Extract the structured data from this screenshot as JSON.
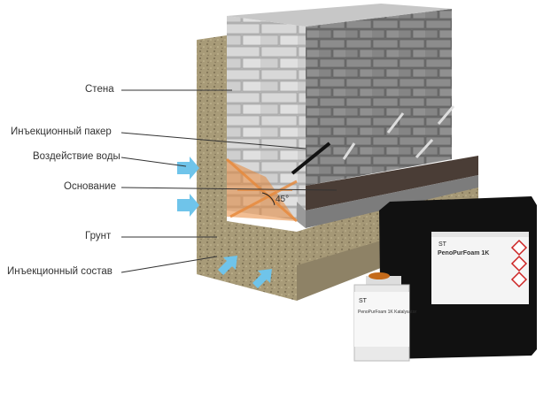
{
  "labels": {
    "wall": "Стена",
    "packer": "Инъекционный пакер",
    "water": "Воздействие воды",
    "base": "Основание",
    "soil": "Грунт",
    "compound": "Инъекционный состав",
    "angle": "45°"
  },
  "products": {
    "large_can_name": "PenoPurFoam 1K",
    "small_can_name": "PenoPurFoam 1K Katalysator"
  },
  "colors": {
    "water_arrow": "#6fc4ea",
    "injection": "#e8893a",
    "soil": "#a89b78",
    "brick": "#8a8a8a"
  }
}
